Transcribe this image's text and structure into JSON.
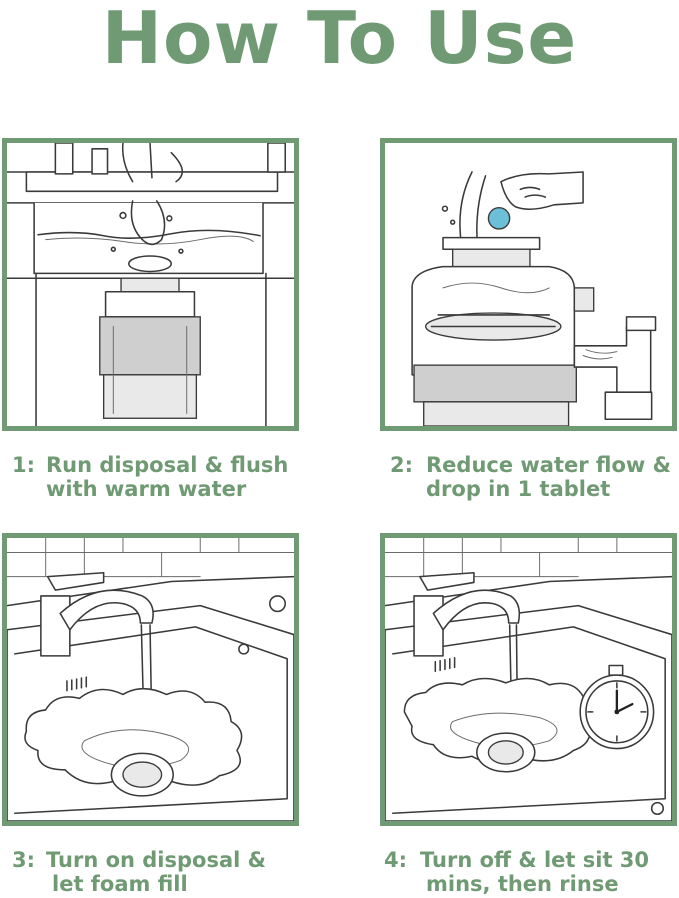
{
  "title": "How To Use",
  "accent_color": "#6f9a73",
  "steps": [
    {
      "number": "1:",
      "line1": "Run disposal & flush",
      "line2": "with warm water",
      "illustration": "sink-disposal-flush"
    },
    {
      "number": "2:",
      "line1": "Reduce water flow &",
      "line2": "drop in 1 tablet",
      "illustration": "disposal-tablet-drop"
    },
    {
      "number": "3:",
      "line1": "Turn on disposal &",
      "line2": "let foam fill",
      "illustration": "sink-foam-fill"
    },
    {
      "number": "4:",
      "line1": "Turn off & let sit 30",
      "line2": "mins, then rinse",
      "illustration": "sink-timer-rinse"
    }
  ]
}
